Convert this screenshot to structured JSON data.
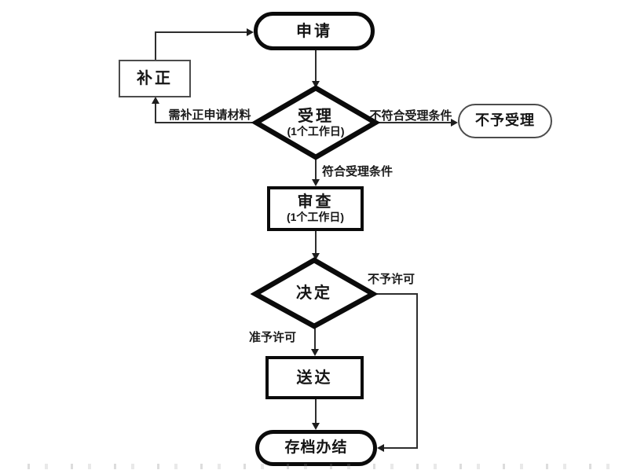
{
  "diagram": {
    "type": "flowchart",
    "language": "zh-CN",
    "nodes": {
      "apply": {
        "shape": "stadium",
        "style": "bold",
        "label": "申请"
      },
      "correction": {
        "shape": "rect",
        "style": "thin",
        "label": "补正"
      },
      "accept": {
        "shape": "diamond",
        "style": "bold",
        "label": "受理",
        "duration": "(1个工作日)"
      },
      "not_accepted": {
        "shape": "stadium",
        "style": "thin",
        "label": "不予受理"
      },
      "review": {
        "shape": "rect",
        "style": "bold",
        "label": "审查",
        "duration": "(1个工作日)"
      },
      "decide": {
        "shape": "diamond",
        "style": "bold",
        "label": "决定"
      },
      "deliver": {
        "shape": "rect",
        "style": "bold",
        "label": "送达"
      },
      "archive": {
        "shape": "stadium",
        "style": "bold",
        "label": "存档办结"
      }
    },
    "edge_labels": {
      "need_correction": "需补正申请材料",
      "not_meet_conditions": "不符合受理条件",
      "meet_conditions": "符合受理条件",
      "not_permitted": "不予许可",
      "permitted": "准予许可"
    },
    "flow": [
      "apply -> accept",
      "accept -(需补正申请材料)-> correction -> apply",
      "accept -(不符合受理条件)-> not_accepted",
      "accept -(符合受理条件)-> review",
      "review -> decide",
      "decide -(不予许可)-> archive",
      "decide -(准予许可)-> deliver",
      "deliver -> archive"
    ]
  },
  "colors": {
    "background": "#ffffff",
    "shape_border_bold": "#0b0b0b",
    "shape_border_thin": "#4c4c4c",
    "connector": "#2e2e2e",
    "text": "#151515"
  }
}
